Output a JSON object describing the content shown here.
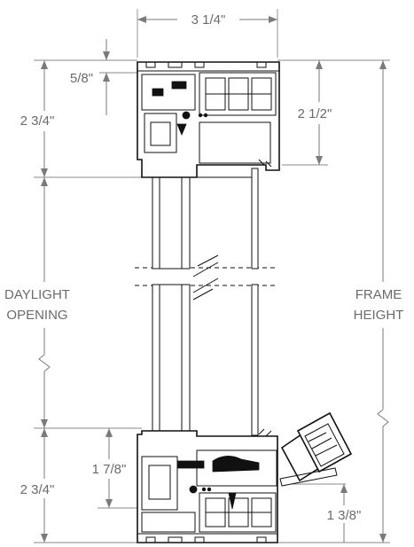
{
  "dimensions": {
    "overall_width": "3 1/4\"",
    "top_offset": "5/8\"",
    "top_frame": "2 3/4\"",
    "top_sash": "2 1/2\"",
    "bottom_sash": "1 7/8\"",
    "bottom_frame": "2 3/4\"",
    "bottom_offset": "1 3/8\""
  },
  "labels": {
    "daylight_line1": "DAYLIGHT",
    "daylight_line2": "OPENING",
    "frame_line1": "FRAME",
    "frame_line2": "HEIGHT"
  },
  "colors": {
    "dimension": "#7a7a7a",
    "profile": "#111111",
    "text": "#6b6b6b"
  }
}
